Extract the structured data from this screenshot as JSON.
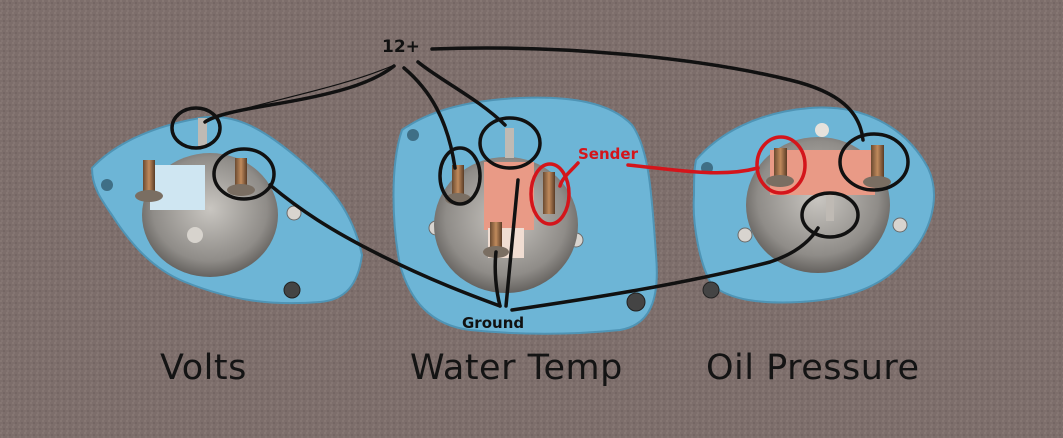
{
  "labels": {
    "power": "12+",
    "sender": "Sender",
    "ground": "Ground"
  },
  "gauges": [
    {
      "caption": "Volts"
    },
    {
      "caption": "Water Temp"
    },
    {
      "caption": "Oil Pressure"
    }
  ],
  "colors": {
    "background": "#7d6e6b",
    "plate": "#6fb8d8",
    "wire_marker": "#111111",
    "sender_marker": "#d4151b",
    "label_strip": "#e99a86"
  }
}
